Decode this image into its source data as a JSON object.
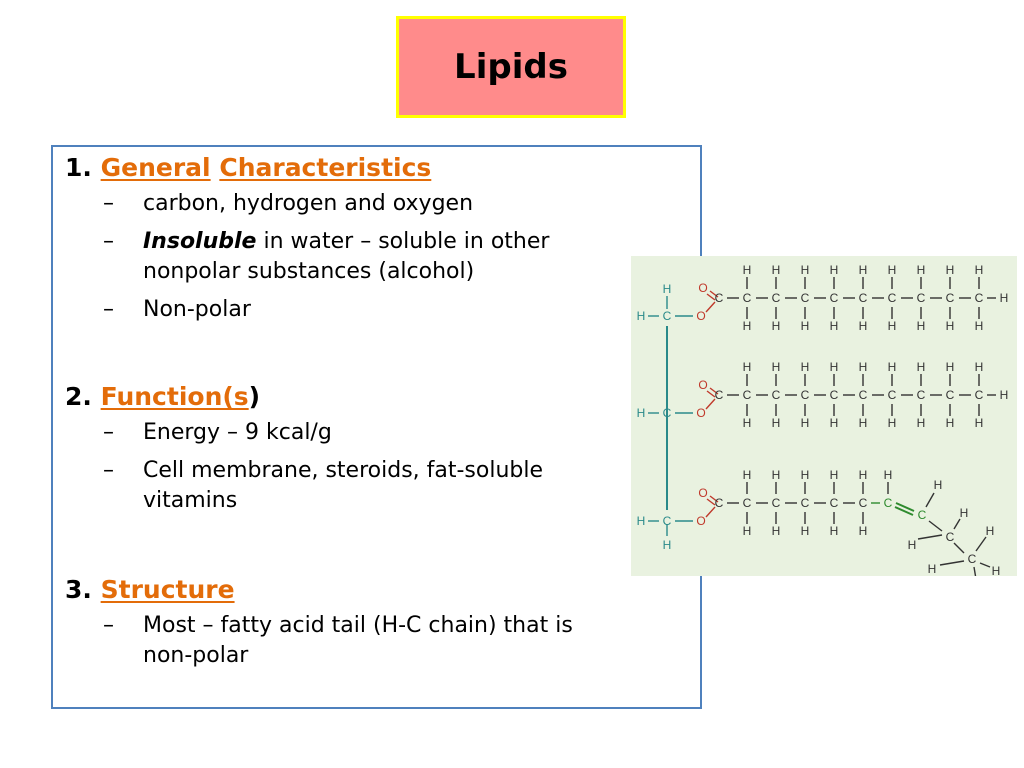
{
  "title": "Lipids",
  "sections": [
    {
      "number": "1.",
      "heading_parts": [
        "General",
        "Characteristics"
      ],
      "bullets": [
        {
          "dash": "–",
          "text": "carbon, hydrogen and oxygen"
        },
        {
          "dash": "–",
          "emphasis": "Insoluble",
          "text": " in water – soluble in other nonpolar substances (alcohol)"
        },
        {
          "dash": "–",
          "text": "Non-polar"
        }
      ]
    },
    {
      "number": "2.",
      "heading_link": "Function(s",
      "heading_suffix": ")",
      "bullets": [
        {
          "dash": "–",
          "text": "Energy – 9 kcal/g"
        },
        {
          "dash": "–",
          "text": "Cell membrane, steroids, fat-soluble vitamins"
        }
      ]
    },
    {
      "number": "3.",
      "heading_link": "Structure",
      "bullets": [
        {
          "dash": "–",
          "text": "Most – fatty acid tail (H-C chain) that is non-polar"
        }
      ]
    }
  ],
  "diagram": {
    "atoms": {
      "carbon": "C",
      "hydrogen": "H",
      "oxygen": "O"
    },
    "colors": {
      "glycerol": "#2a8a8a",
      "oxygen": "#c0392b",
      "double_bond": "#2e8b2e",
      "bond": "#333333",
      "background": "#e9f2e0"
    }
  }
}
